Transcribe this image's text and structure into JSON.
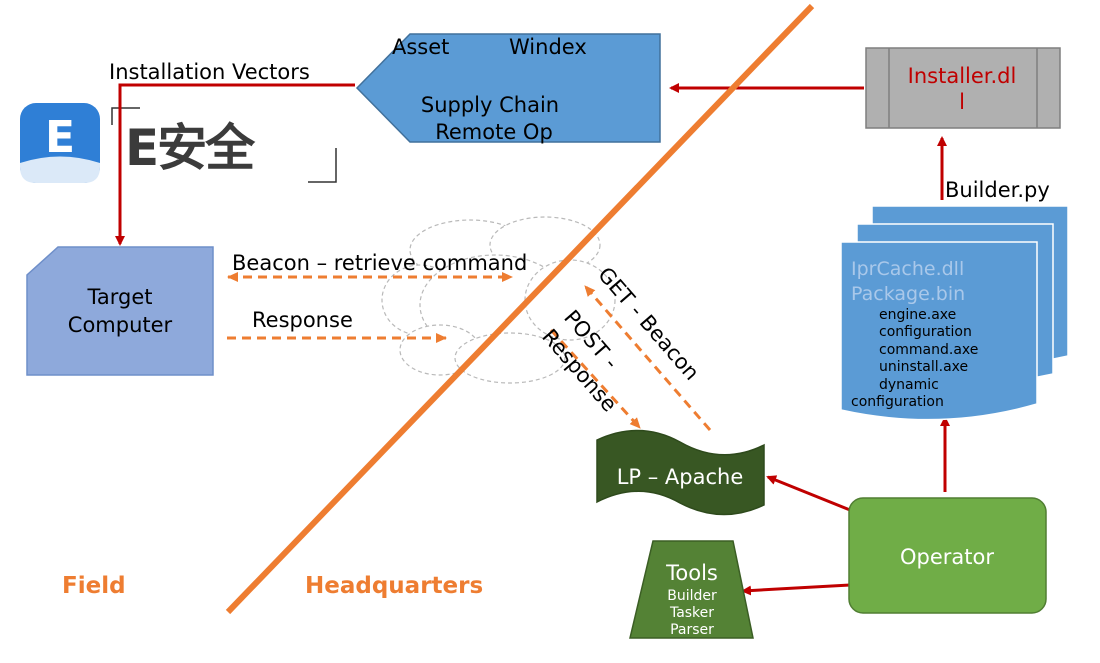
{
  "logo": {
    "icon_letter": "E",
    "wordmark": "E安全",
    "colors": {
      "icon_blue": "#2f7fd6",
      "wordmark": "#3b3b3b"
    }
  },
  "supply_node": {
    "line1_left": "Asset",
    "line1_right": "Windex",
    "line2": "Supply Chain",
    "line3": "Remote Op"
  },
  "installation_vectors_label": "Installation Vectors",
  "installer_node": {
    "line1": "Installer.dl",
    "line2": "l"
  },
  "builder_label": "Builder.py",
  "package_docs": {
    "line1": "IprCache.dll",
    "line2": "Package.bin",
    "items": [
      "engine.axe",
      "configuration",
      "command.axe",
      "uninstall.axe",
      "dynamic"
    ],
    "last": "configuration"
  },
  "target_node": {
    "line1": "Target",
    "line2": "Computer"
  },
  "arrows": {
    "beacon": "Beacon – retrieve command",
    "response": "Response",
    "get_beacon": "GET - Beacon",
    "post_response_1": "POST -",
    "post_response_2": "Response"
  },
  "lp_node": "LP – Apache",
  "operator_node": "Operator",
  "tools_node": {
    "title": "Tools",
    "items": [
      "Builder",
      "Tasker",
      "Parser"
    ]
  },
  "zones": {
    "field": "Field",
    "headquarters": "Headquarters"
  },
  "colors": {
    "orange": "#ee7d31",
    "red_arrow": "#c00000",
    "blue_node": "#5b9bd5",
    "target_node": "#8ea9db",
    "installer_fill": "#b0b0b0",
    "lp_fill": "#385723",
    "tools_fill": "#548235",
    "operator_fill": "#70ad47"
  }
}
